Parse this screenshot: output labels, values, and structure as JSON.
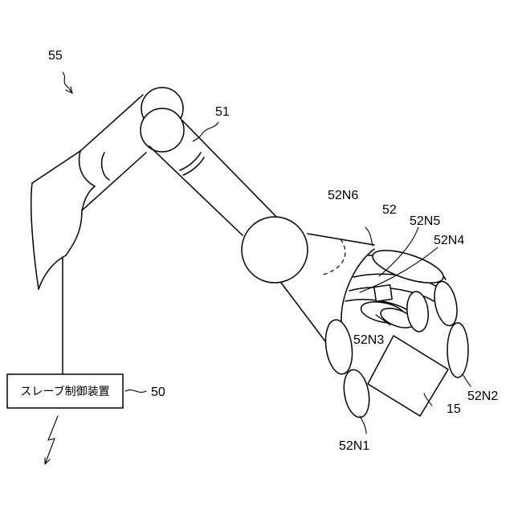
{
  "labels": {
    "system": "55",
    "arm": "51",
    "hand": "52",
    "finger_n1": "52N1",
    "finger_n2": "52N2",
    "finger_n3": "52N3",
    "finger_n4": "52N4",
    "finger_n5": "52N5",
    "finger_n6": "52N6",
    "object": "15",
    "controller": "50"
  },
  "controller_box": {
    "text": "スレーブ制御装置"
  }
}
